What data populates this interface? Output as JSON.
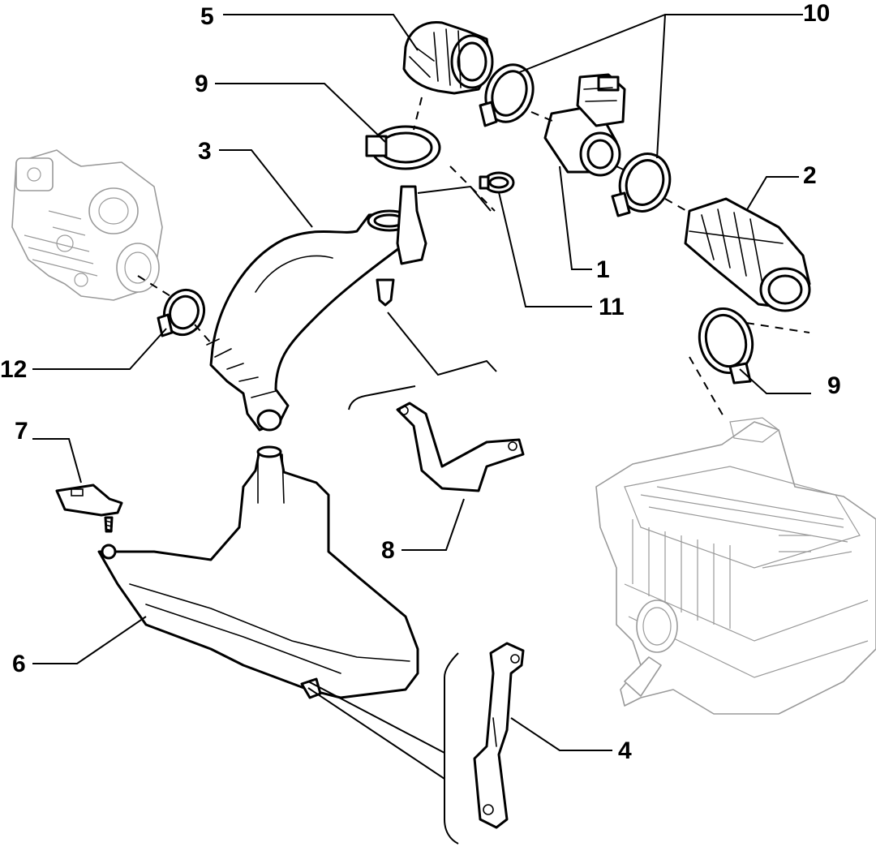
{
  "callouts": [
    {
      "id": "1",
      "label": "1"
    },
    {
      "id": "2",
      "label": "2"
    },
    {
      "id": "3",
      "label": "3"
    },
    {
      "id": "4",
      "label": "4"
    },
    {
      "id": "5",
      "label": "5"
    },
    {
      "id": "6",
      "label": "6"
    },
    {
      "id": "7",
      "label": "7"
    },
    {
      "id": "8",
      "label": "8"
    },
    {
      "id": "9a",
      "label": "9"
    },
    {
      "id": "9b",
      "label": "9"
    },
    {
      "id": "10",
      "label": "10"
    },
    {
      "id": "11",
      "label": "11"
    },
    {
      "id": "12",
      "label": "12"
    }
  ]
}
